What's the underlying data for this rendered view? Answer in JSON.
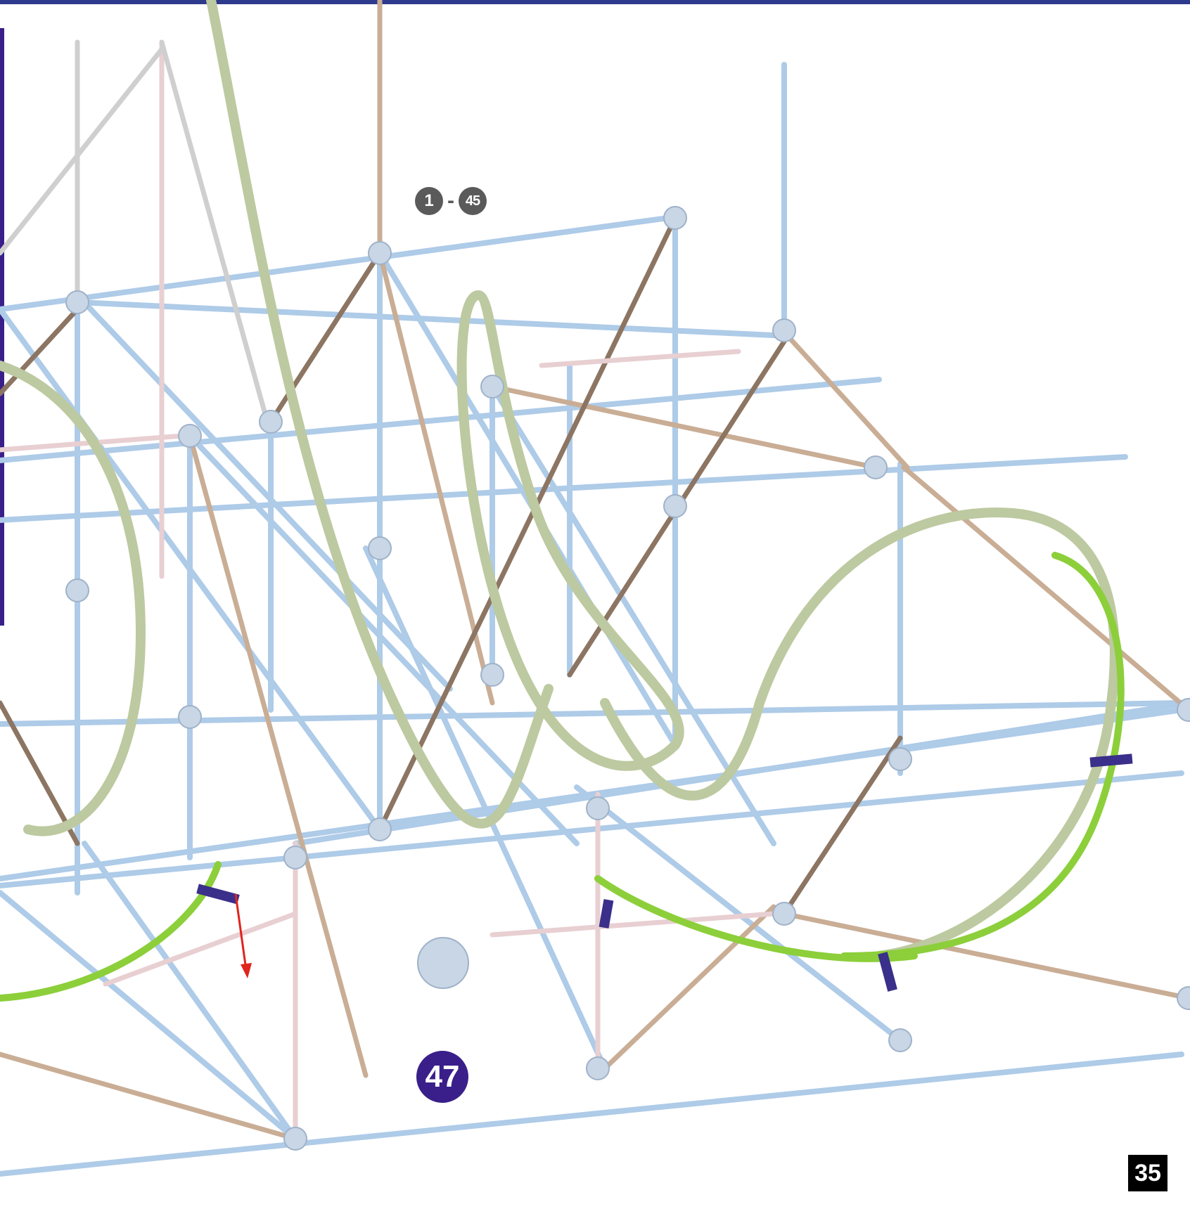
{
  "range_label": {
    "from": "1",
    "separator": "-",
    "to": "45"
  },
  "step_number": "47",
  "page_number": "35",
  "colors": {
    "frame_rod": "#aecbe8",
    "connector": "#c8d6e6",
    "tan_rod": "#c9ad95",
    "brown_rod": "#8c7562",
    "pink_rod": "#e8cfd2",
    "track_existing": "#bdc9a0",
    "track_new": "#8ccf3a",
    "part_dark": "#3a2f8a",
    "arrow": "#e0241e",
    "badge": "#3a1f8a"
  }
}
